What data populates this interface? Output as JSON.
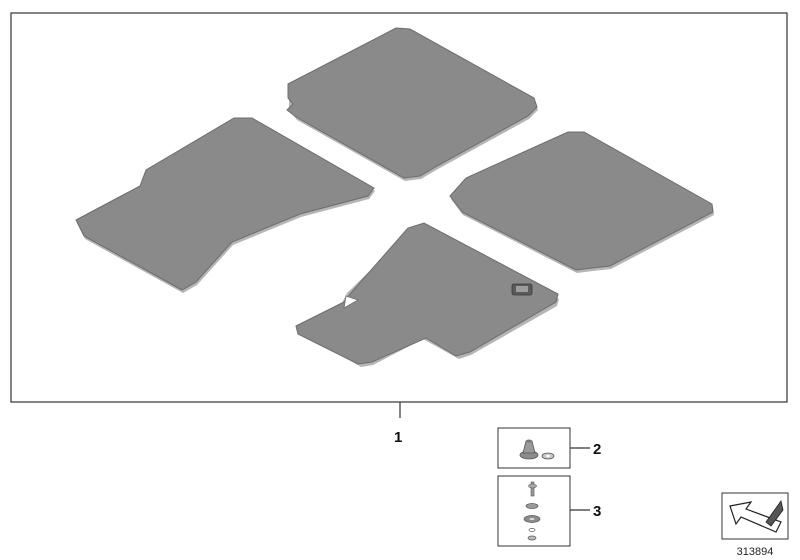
{
  "callouts": {
    "item_1": "1",
    "item_2": "2",
    "item_3": "3"
  },
  "reference_number": "313894",
  "colors": {
    "mat_fill": "#8a8a8a",
    "mat_edge": "#6d6d6d",
    "frame": "#333333"
  },
  "icons": [
    "clip-assembly-icon",
    "fastener-assembly-icon",
    "orientation-arrow-icon"
  ]
}
